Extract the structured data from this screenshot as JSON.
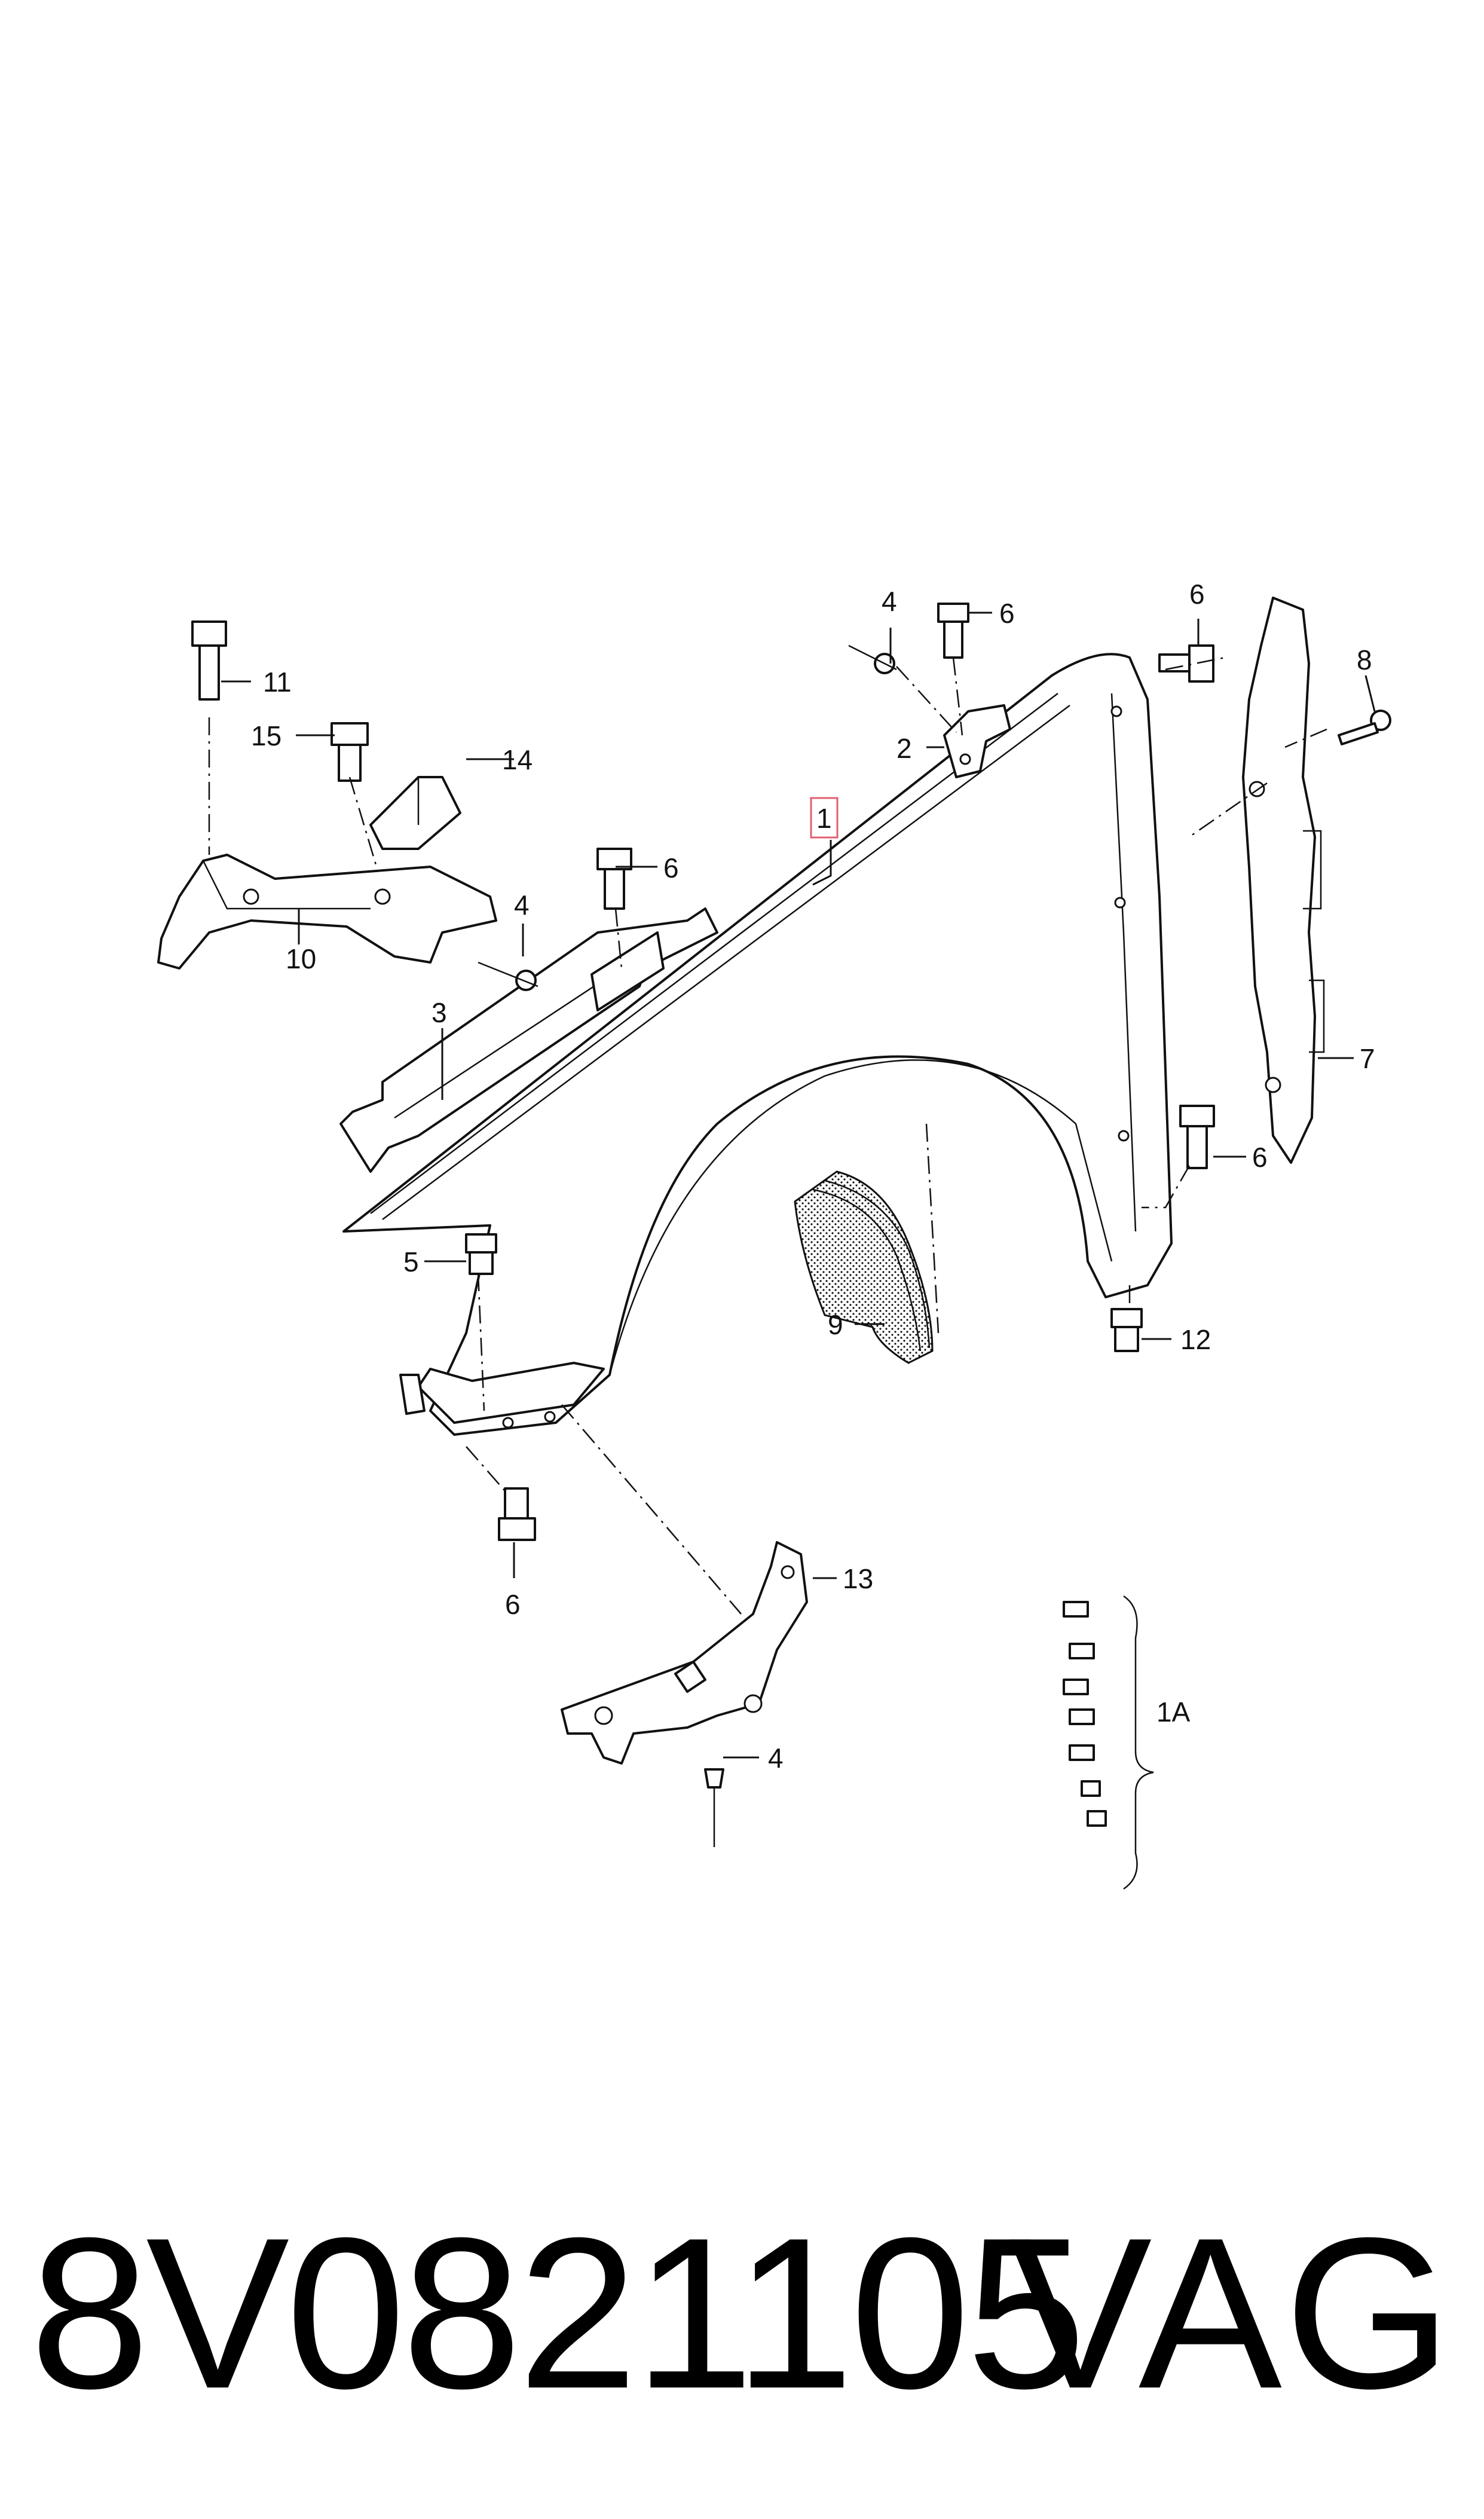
{
  "callouts": {
    "c1": "1",
    "c1a": "1A",
    "c2": "2",
    "c3": "3",
    "c4a": "4",
    "c4b": "4",
    "c4c": "4",
    "c5": "5",
    "c6a": "6",
    "c6b": "6",
    "c6c": "6",
    "c6d": "6",
    "c6e": "6",
    "c7": "7",
    "c8": "8",
    "c9": "9",
    "c10": "10",
    "c11": "11",
    "c12": "12",
    "c13": "13",
    "c14": "14",
    "c15": "15"
  },
  "highlight_color": "#e06070",
  "footer": {
    "part_number": "8V0821105",
    "brand": "VAG"
  }
}
